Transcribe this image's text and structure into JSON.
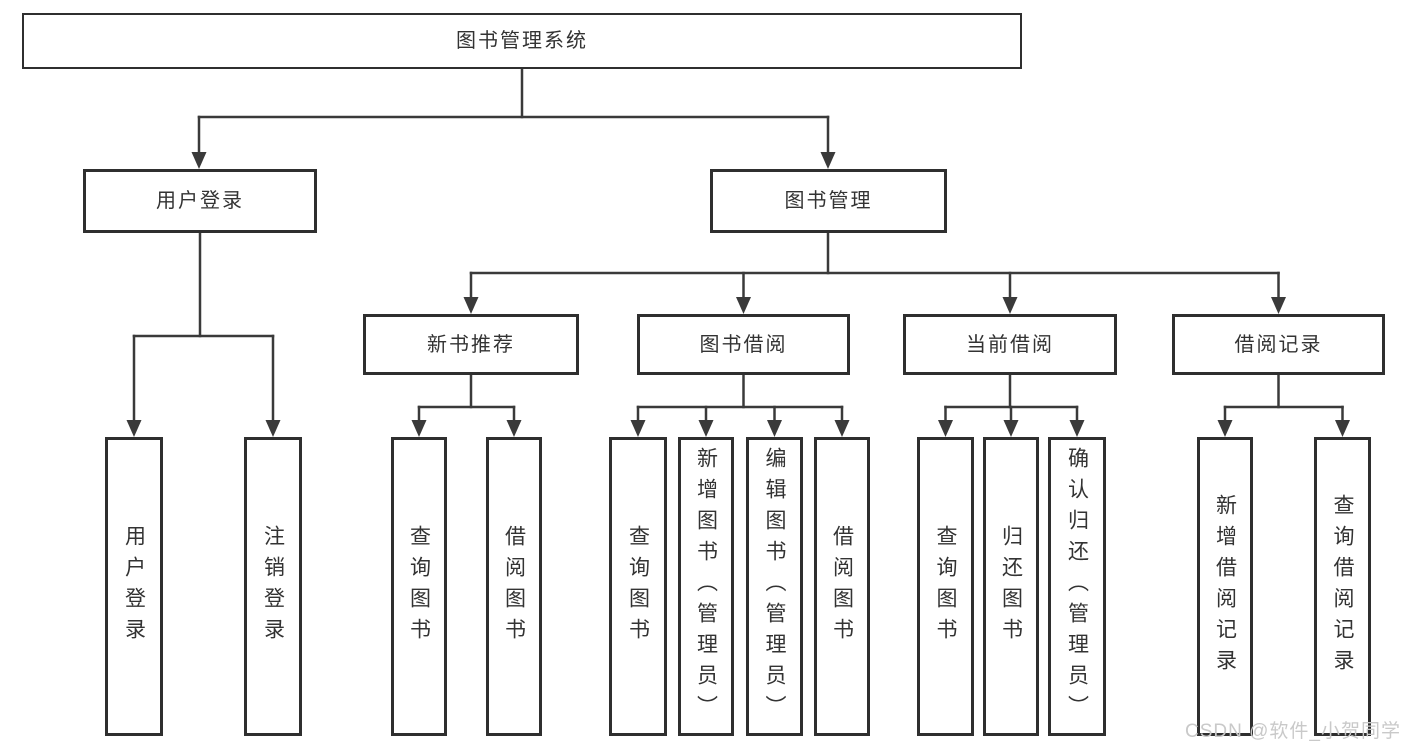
{
  "diagram_type": "hierarchy-tree",
  "colors": {
    "line": "#3a3a3a",
    "border": "#2f2f2f",
    "text": "#333333",
    "watermark": "#c9c9c9"
  },
  "tree": {
    "root": {
      "label": "图书管理系统",
      "children": [
        {
          "label": "用户登录",
          "children": [
            {
              "label": "用户登录"
            },
            {
              "label": "注销登录"
            }
          ]
        },
        {
          "label": "图书管理",
          "children": [
            {
              "label": "新书推荐",
              "children": [
                {
                  "label": "查询图书"
                },
                {
                  "label": "借阅图书"
                }
              ]
            },
            {
              "label": "图书借阅",
              "children": [
                {
                  "label": "查询图书"
                },
                {
                  "label": "新增图书（管理员）"
                },
                {
                  "label": "编辑图书（管理员）"
                },
                {
                  "label": "借阅图书"
                }
              ]
            },
            {
              "label": "当前借阅",
              "children": [
                {
                  "label": "查询图书"
                },
                {
                  "label": "归还图书"
                },
                {
                  "label": "确认归还（管理员）"
                }
              ]
            },
            {
              "label": "借阅记录",
              "children": [
                {
                  "label": "新增借阅记录"
                },
                {
                  "label": "查询借阅记录"
                }
              ]
            }
          ]
        }
      ]
    }
  },
  "watermark": {
    "text": "CSDN @软件_小贺同学"
  }
}
